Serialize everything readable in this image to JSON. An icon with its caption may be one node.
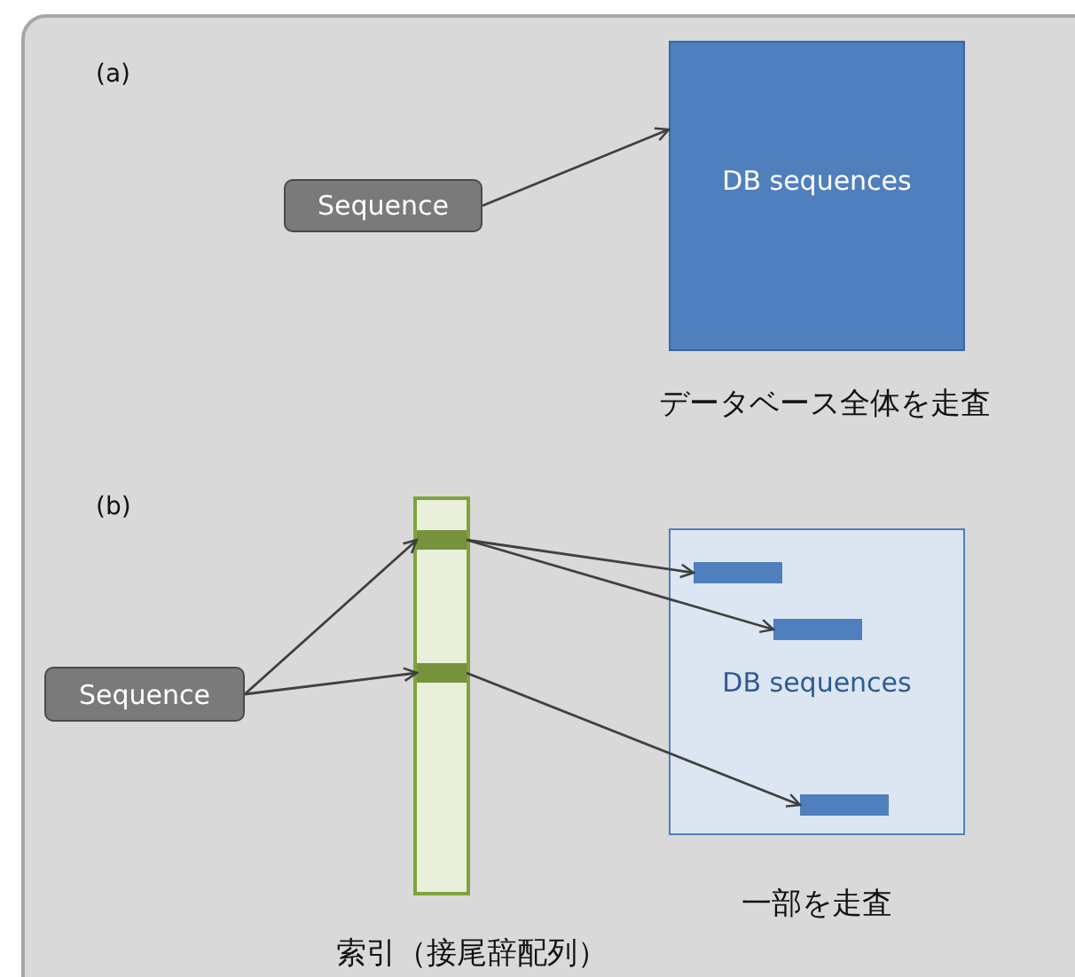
{
  "diagram": {
    "nodes": [
      {
        "text": [
          "Sequence"
        ]
      },
      {
        "text": [
          "DB sequences"
        ],
        "beside": [
          "データベース全体を走査"
        ]
      },
      {
        "text": [
          "Sequence"
        ]
      },
      {
        "text": [],
        "shape": "bar",
        "beside": [
          "索引（接尾辞配列）"
        ]
      },
      {
        "text": [],
        "shape": "bar",
        "in": 3
      },
      {
        "text": [],
        "shape": "bar",
        "in": 3
      },
      {
        "text": [
          "DB sequences"
        ],
        "beside": [
          "一部を走査"
        ]
      },
      {
        "text": [],
        "shape": "bar",
        "in": 6
      },
      {
        "text": [],
        "shape": "bar",
        "in": 6
      },
      {
        "text": [],
        "shape": "bar",
        "in": 6
      }
    ],
    "edges": [
      {
        "from": 0,
        "to": 1,
        "arrow": "to"
      },
      {
        "from": 2,
        "to": 4,
        "arrow": "to"
      },
      {
        "from": 2,
        "to": 5,
        "arrow": "to"
      },
      {
        "from": 4,
        "to": 7,
        "arrow": "to"
      },
      {
        "from": 4,
        "to": 8,
        "arrow": "to"
      },
      {
        "from": 5,
        "to": 9,
        "arrow": "to"
      }
    ],
    "labels": [
      "(a)",
      "(b)"
    ]
  }
}
